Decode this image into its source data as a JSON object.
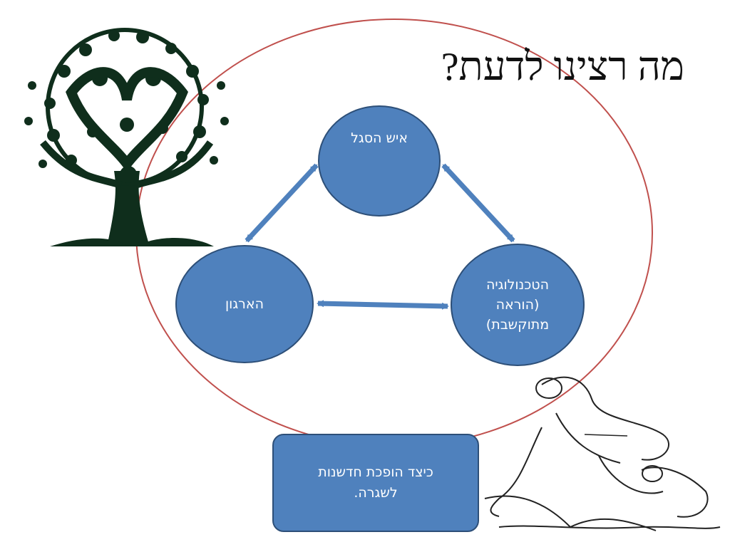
{
  "title": "מה רצינו לדעת?",
  "nodes": {
    "staff": "איש הסגל",
    "organization": "הארגון",
    "technology": [
      "הטכנולוגיה",
      "(הוראה",
      "מתוקשבת)"
    ]
  },
  "note": [
    "כיצד הופכת חדשנות",
    "לשגרה."
  ],
  "illustrations": {
    "tree": "people-tree-illustration",
    "cartoon": "technology-education-cartoon"
  },
  "colors": {
    "node_fill": "#4f81bd",
    "node_border": "#2d4f78",
    "ellipse_stroke": "#c0504d",
    "tree_fill": "#0f2e1c",
    "arrow": "#4f81bd"
  }
}
